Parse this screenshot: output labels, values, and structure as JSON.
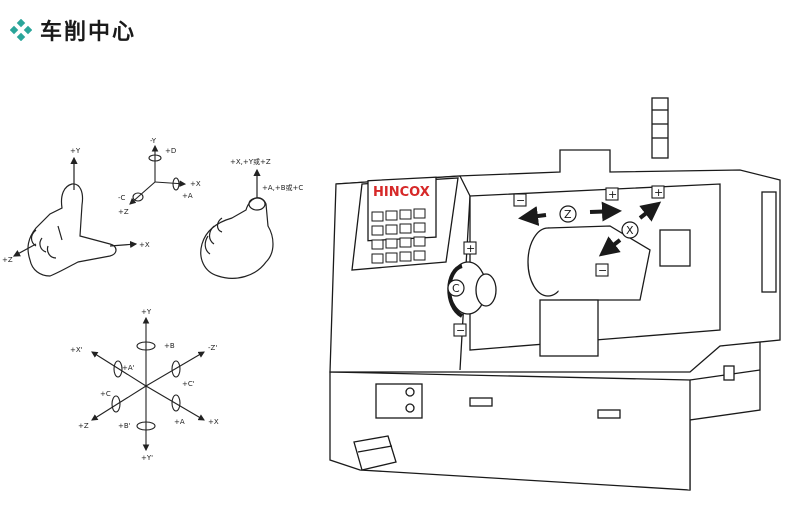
{
  "header": {
    "title": "车削中心",
    "bullet_icon": "diamond-cluster-icon",
    "bullet_color": "#2aa59a"
  },
  "right_hand_diagram": {
    "labels": {
      "y": "+Y",
      "x": "+X",
      "z": "+Z"
    }
  },
  "axis_triad_diagram": {
    "labels": {
      "y": "-Y",
      "d": "+D",
      "c": "-C",
      "x": "+X",
      "a": "+A",
      "z": "+Z"
    }
  },
  "rotation_hand_diagram": {
    "top_label": "+X,+Y或+Z",
    "bottom_label": "+A,+B或+C"
  },
  "six_axis_diagram": {
    "labels": {
      "y_pos": "+Y",
      "x_neg": "+X'",
      "b_pos": "+B",
      "z_neg": "-Z'",
      "a_prime": "+A'",
      "c_prime": "+C'",
      "c_pos": "+C",
      "z_pos": "+Z",
      "b_prime": "+B'",
      "a_pos": "+A",
      "x_pos": "+X",
      "y_neg": "+Y'"
    }
  },
  "machine_diagram": {
    "brand": "HINCOX",
    "brand_color": "#d62828",
    "axis_labels": {
      "z": "Z",
      "x": "X",
      "c": "C"
    },
    "sign_plus": "+",
    "sign_minus": "−"
  }
}
